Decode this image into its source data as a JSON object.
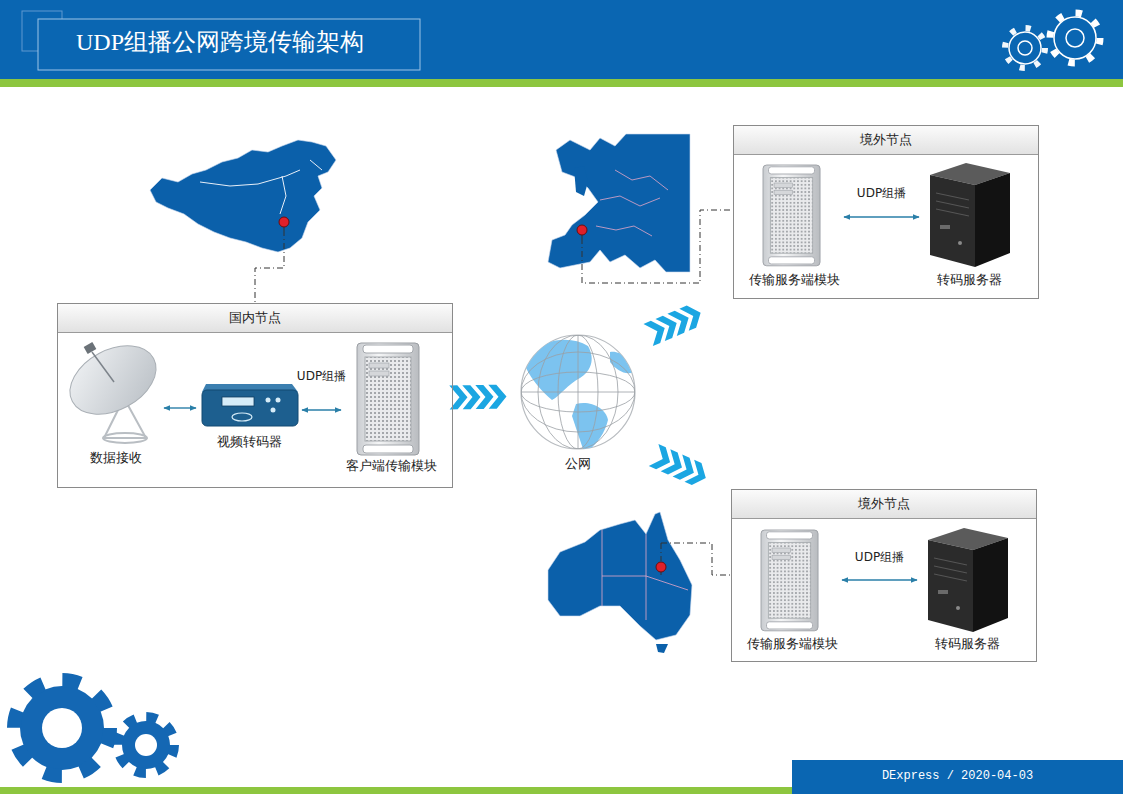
{
  "diagram": {
    "title": "UDP组播公网跨境传输架构",
    "nodes": [
      {
        "text": [
          "国内节点"
        ]
      },
      {
        "text": [
          "数据接收"
        ],
        "in": 0
      },
      {
        "text": [
          "视频转码器"
        ],
        "in": 0
      },
      {
        "text": [
          "客户端传输模块"
        ],
        "in": 0
      },
      {
        "text": [
          "公网"
        ]
      },
      {
        "text": [
          "境外节点"
        ]
      },
      {
        "text": [
          "传输服务端模块"
        ],
        "in": 5
      },
      {
        "text": [
          "转码服务器"
        ],
        "in": 5
      },
      {
        "text": [
          "境外节点"
        ]
      },
      {
        "text": [
          "传输服务端模块"
        ],
        "in": 8
      },
      {
        "text": [
          "转码服务器"
        ],
        "in": 8
      }
    ],
    "edges": [
      {
        "from": 1,
        "to": 2,
        "arrow": "both"
      },
      {
        "from": 2,
        "to": 3,
        "label": "UDP组播",
        "arrow": "both"
      },
      {
        "from": 3,
        "to": 4,
        "arrow": "to"
      },
      {
        "from": 4,
        "to": 5,
        "arrow": "to"
      },
      {
        "from": 4,
        "to": 8,
        "arrow": "to"
      },
      {
        "from": 6,
        "to": 7,
        "label": "UDP组播",
        "arrow": "both"
      },
      {
        "from": 9,
        "to": 10,
        "label": "UDP组播",
        "arrow": "both"
      }
    ],
    "labels": [
      "DExpress / 2020-04-03"
    ]
  }
}
